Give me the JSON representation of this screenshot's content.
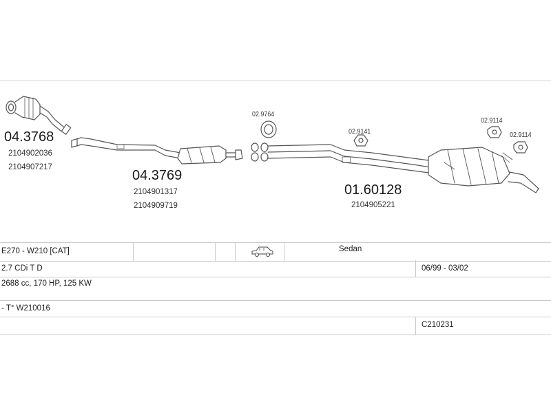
{
  "parts": {
    "p1": {
      "number": "04.3768",
      "refs": [
        "2104902036",
        "2104907217"
      ]
    },
    "p2": {
      "number": "04.3769",
      "refs": [
        "2104901317",
        "2104909719"
      ]
    },
    "p3": {
      "number": "01.60128",
      "refs": [
        "2104905221"
      ]
    },
    "clamp": "02.9764",
    "hanger1": "02.9141",
    "hanger2": "02.9114",
    "hanger3": "02.9114"
  },
  "table": {
    "model": "E270 - W210  [CAT]",
    "body_type": "Sedan",
    "engine": "2.7 CDi T D",
    "years": "06/99 - 03/02",
    "specs": "2688 cc, 170 HP, 125 KW",
    "type_code": "- T° W210016",
    "catalog_code": "C210231"
  },
  "icons": {
    "car": "car-sedan-icon"
  },
  "colors": {
    "line": "#555555",
    "grid": "#c8c8c8"
  }
}
